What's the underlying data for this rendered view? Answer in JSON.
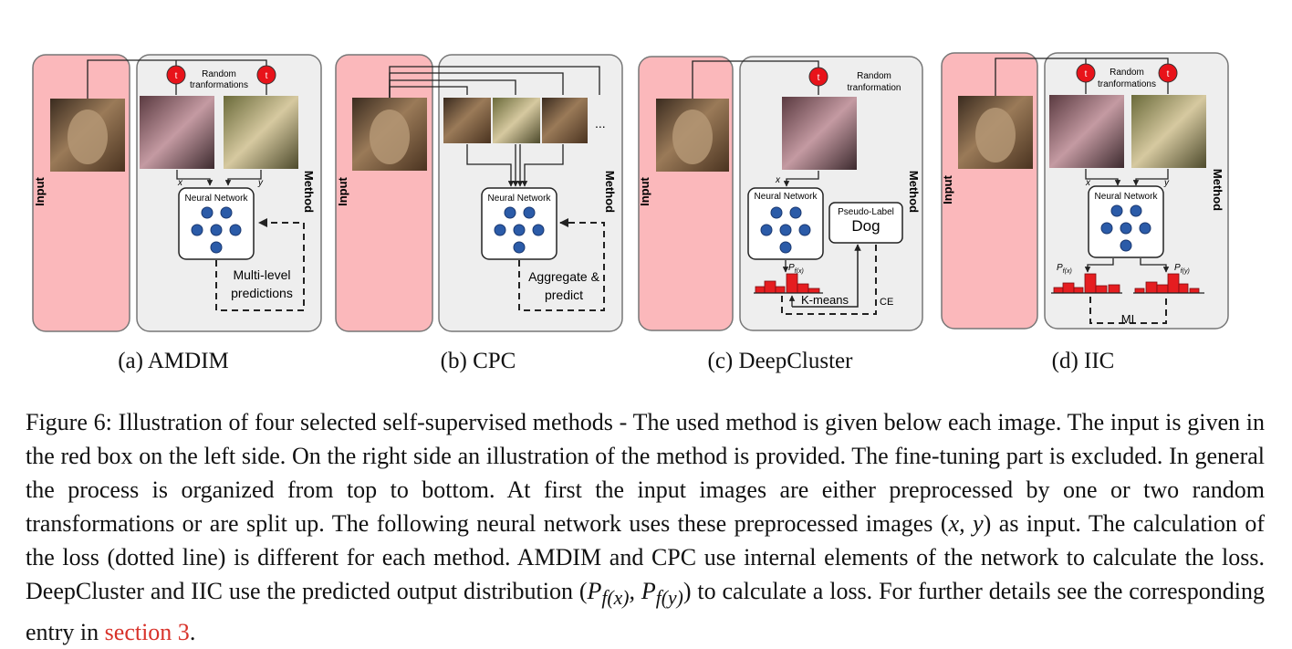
{
  "panels": [
    {
      "label": "(a) AMDIM",
      "input_label": "Input",
      "method_label": "Method",
      "transform_text": [
        "Random",
        "tranformations"
      ],
      "transform_icon": "t",
      "network_label": "Neural Network",
      "x_label": "x",
      "y_label": "y",
      "loss_text": [
        "Multi-level",
        "predictions"
      ]
    },
    {
      "label": "(b) CPC",
      "input_label": "Input",
      "method_label": "Method",
      "ellipsis": "...",
      "network_label": "Neural Network",
      "loss_text": [
        "Aggregate &",
        "predict"
      ]
    },
    {
      "label": "(c) DeepCluster",
      "input_label": "Input",
      "method_label": "Method",
      "transform_text": [
        "Random",
        "tranformation"
      ],
      "transform_icon": "t",
      "network_label": "Neural Network",
      "x_label": "x",
      "pseudo_label_title": "Pseudo-Label",
      "pseudo_label_value": "Dog",
      "prob_label": "P",
      "prob_sub": "f(x)",
      "kmeans_label": "K-means",
      "ce_label": "CE"
    },
    {
      "label": "(d) IIC",
      "input_label": "Input",
      "method_label": "Method",
      "transform_text": [
        "Random",
        "tranformations"
      ],
      "transform_icon": "t",
      "network_label": "Neural Network",
      "x_label": "x",
      "y_label": "y",
      "prob_left": "P",
      "prob_left_sub": "f(x)",
      "prob_right": "P",
      "prob_right_sub": "f(y)",
      "mi_label": "MI"
    }
  ],
  "caption": {
    "text_main": "Figure 6: Illustration of four selected self-supervised methods - The used method is given below each image. The input is given in the red box on the left side.  On the right side an illustration of the method is provided.  The fine-tuning part is excluded. In general the process is organized from top to bottom. At first the input images are either preprocessed by one or two random transformations or are split up. The following neural network uses these preprocessed images (",
    "math_xy": "x, y",
    "text_mid": ") as input. The calculation of the loss (dotted line) is different for each method. AMDIM and CPC use internal elements of the network to calculate the loss. DeepCluster and IIC use the predicted output distribution (",
    "math_p": "P",
    "math_p1_sub": "f(x)",
    "math_p2_sub": "f(y)",
    "text_end": ") to calculate a loss. For further details see the corresponding entry in ",
    "ref": "section 3",
    "period": "."
  },
  "colors": {
    "input_box": "#fbb8bb",
    "method_box": "#eeeeee",
    "transform_circle": "#e8131a",
    "node": "#2b5ba8",
    "bar": "#e51d20",
    "reference_link": "#d8322a"
  }
}
